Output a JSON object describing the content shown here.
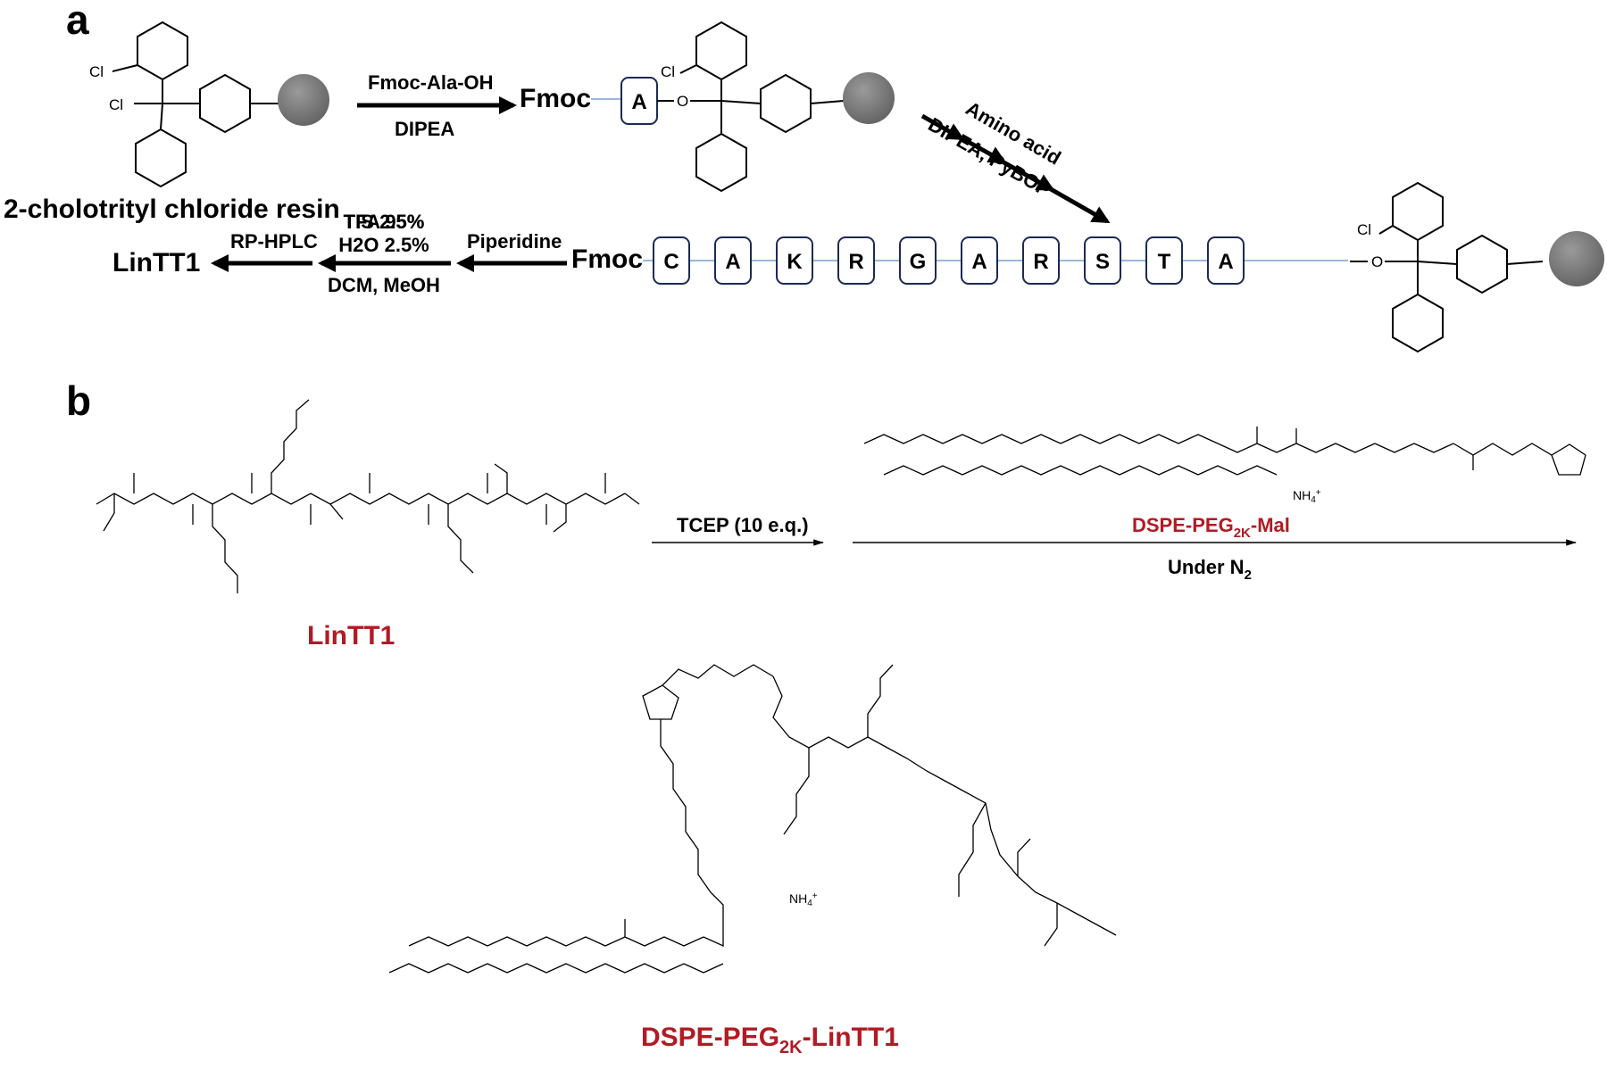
{
  "panel_a": {
    "label": "a",
    "resin_name": "2-cholotrityl chloride resin",
    "cl1": "Cl",
    "cl2": "Cl",
    "cl3": "Cl",
    "cl4": "Cl",
    "step1_reagent_top": "Fmoc-Ala-OH",
    "step1_reagent_bottom": "DIPEA",
    "fmoc1": "Fmoc",
    "first_residue": "A",
    "oxygen1": "O",
    "step2_reagent_line1": "Amino acid",
    "step2_reagent_line2": "DIPEA, PyBOP",
    "fmoc2": "Fmoc",
    "sequence": [
      "C",
      "A",
      "K",
      "R",
      "G",
      "A",
      "R",
      "S",
      "T",
      "A"
    ],
    "oxygen2": "O",
    "cleavage_lines": [
      "TFA 95%",
      "TIS 2.5%",
      "H2O 2.5%"
    ],
    "cleavage_bottom": "DCM, MeOH",
    "deprotect_reagent": "Piperidine",
    "purification": "RP-HPLC",
    "product": "LinTT1"
  },
  "panel_b": {
    "label": "b",
    "peptide_name": "LinTT1",
    "reagent_top": "TCEP (10 e.q.)",
    "dspe_name_main": "DSPE-PEG",
    "dspe_name_sub": "2K",
    "dspe_name_suffix": "-Mal",
    "condition_main": "Under N",
    "condition_sub": "2",
    "ammonium": "NH4+",
    "conjugate_main": "DSPE-PEG",
    "conjugate_sub": "2K",
    "conjugate_suffix": "-LinTT1"
  },
  "colors": {
    "accent_red": "#b01b24",
    "chain_blue": "#7a9fd0",
    "bead_gray": "#7a7a7a"
  }
}
